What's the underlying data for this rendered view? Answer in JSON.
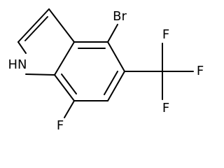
{
  "molecule": {
    "atoms": {
      "bromine": "Br",
      "nitrogen_h": "HN",
      "fluorine_7": "F",
      "cf3_f_top": "F",
      "cf3_f_right": "F",
      "cf3_f_bottom": "F"
    }
  },
  "colors": {
    "bond": "#000000",
    "label": "#000000",
    "background": "#ffffff"
  }
}
